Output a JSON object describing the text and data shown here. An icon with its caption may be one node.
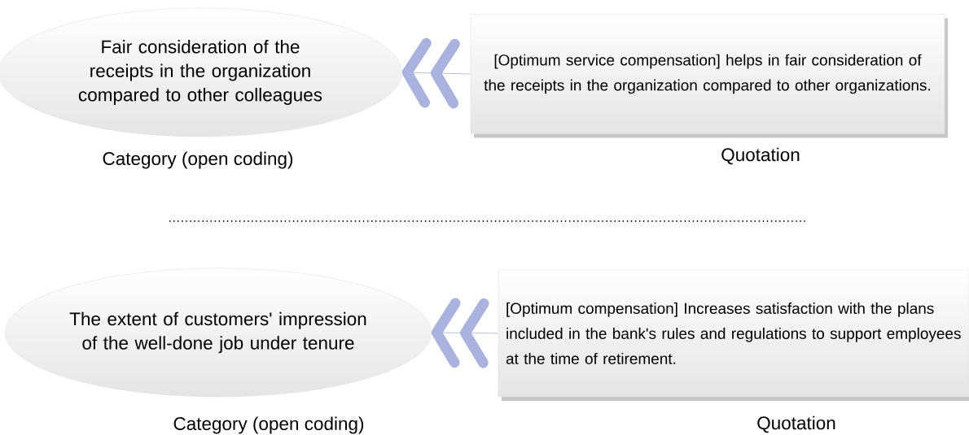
{
  "diagram": {
    "nodes": [
      {
        "text": [
          "Fair consideration of the receipts in the organization compared to other colleagues"
        ],
        "beside": [
          "Category (open coding)"
        ]
      },
      {
        "text": [
          "[Optimum service compensation] helps in fair consideration of the receipts in the organization compared to other organizations."
        ],
        "beside": [
          "Quotation"
        ]
      },
      {
        "text": [
          "The extent of customers' impression of the well-done job under tenure"
        ],
        "beside": [
          "Category (open coding)"
        ]
      },
      {
        "text": [
          "[Optimum compensation] Increases satisfaction with the plans included in the bank's rules and regulations to support employees at the time of retirement."
        ],
        "beside": [
          "Quotation"
        ]
      }
    ],
    "edges": [
      {
        "from": 1,
        "to": 0,
        "arrow": "to"
      },
      {
        "from": 3,
        "to": 2,
        "arrow": "to"
      }
    ]
  }
}
